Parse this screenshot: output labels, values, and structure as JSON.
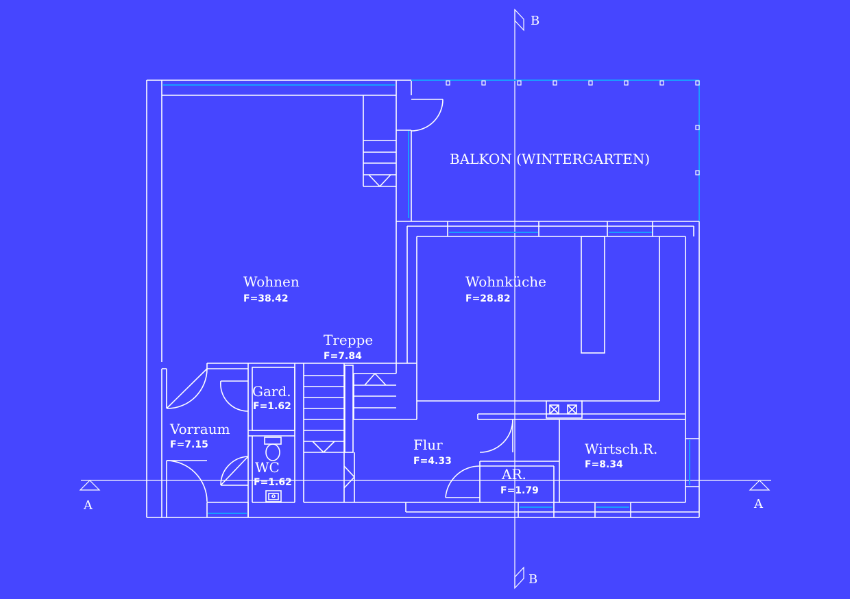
{
  "colors": {
    "background": "#4646ff",
    "lines": "#ffffff",
    "glass": "#1a9cff"
  },
  "section_labels": {
    "a_left": "A",
    "a_right": "A",
    "b_top": "B",
    "b_bottom": "B"
  },
  "rooms": {
    "balkon": {
      "name": "BALKON (WINTERGARTEN)"
    },
    "wohnen": {
      "name": "Wohnen",
      "area": "F=38.42"
    },
    "wohnkueche": {
      "name": "Wohnküche",
      "area": "F=28.82"
    },
    "treppe": {
      "name": "Treppe",
      "area": "F=7.84"
    },
    "gard": {
      "name": "Gard.",
      "area": "F=1.62"
    },
    "vorraum": {
      "name": "Vorraum",
      "area": "F=7.15"
    },
    "wc": {
      "name": "WC",
      "area": "F=1.62"
    },
    "flur": {
      "name": "Flur",
      "area": "F=4.33"
    },
    "ar": {
      "name": "AR.",
      "area": "F=1.79"
    },
    "wirtsch": {
      "name": "Wirtsch.R.",
      "area": "F=8.34"
    }
  }
}
